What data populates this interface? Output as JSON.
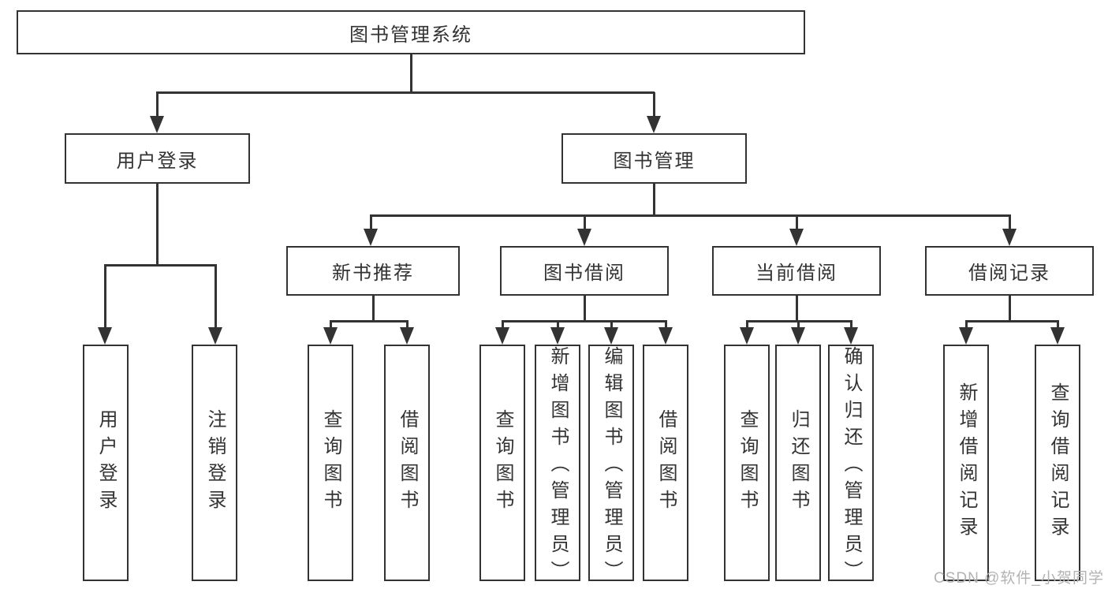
{
  "nodes": {
    "root": "图书管理系统",
    "user_login": "用户登录",
    "book_management": "图书管理",
    "new_book_recommend": "新书推荐",
    "book_borrow": "图书借阅",
    "current_borrow": "当前借阅",
    "borrow_record": "借阅记录",
    "leaf_user_login": "用户登录",
    "leaf_logout": "注销登录",
    "leaf_query_book_recommend": "查询图书",
    "leaf_borrow_book_recommend": "借阅图书",
    "leaf_query_book_borrow": "查询图书",
    "leaf_add_book_admin": "新增图书（管理员）",
    "leaf_edit_book_admin": "编辑图书（管理员）",
    "leaf_borrow_book_borrow": "借阅图书",
    "leaf_query_book_current": "查询图书",
    "leaf_return_book": "归还图书",
    "leaf_confirm_return_admin": "确认归还（管理员）",
    "leaf_add_borrow_record": "新增借阅记录",
    "leaf_query_borrow_record": "查询借阅记录"
  },
  "watermark": "CSDN @软件_小贺同学",
  "colors": {
    "line": "#333333",
    "text": "#333333",
    "watermark": "#b3b3b3",
    "background": "#ffffff"
  }
}
